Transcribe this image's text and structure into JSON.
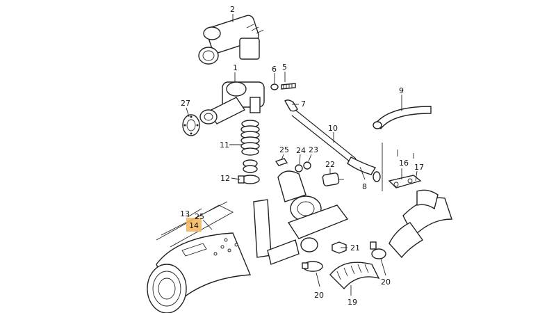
{
  "diagram": {
    "part_numbers": {
      "p1": "1",
      "p2": "2",
      "p5": "5",
      "p6": "6",
      "p7": "7",
      "p8": "8",
      "p9": "9",
      "p10": "10",
      "p11": "11",
      "p12": "12",
      "p13": "13",
      "p14": "14",
      "p16": "16",
      "p17": "17",
      "p19": "19",
      "p20a": "20",
      "p20b": "20",
      "p21": "21",
      "p22": "22",
      "p23": "23",
      "p24": "24",
      "p25a": "25",
      "p25b": "25",
      "p27": "27"
    },
    "highlight": {
      "part": "14",
      "color": "#f5b860"
    }
  }
}
